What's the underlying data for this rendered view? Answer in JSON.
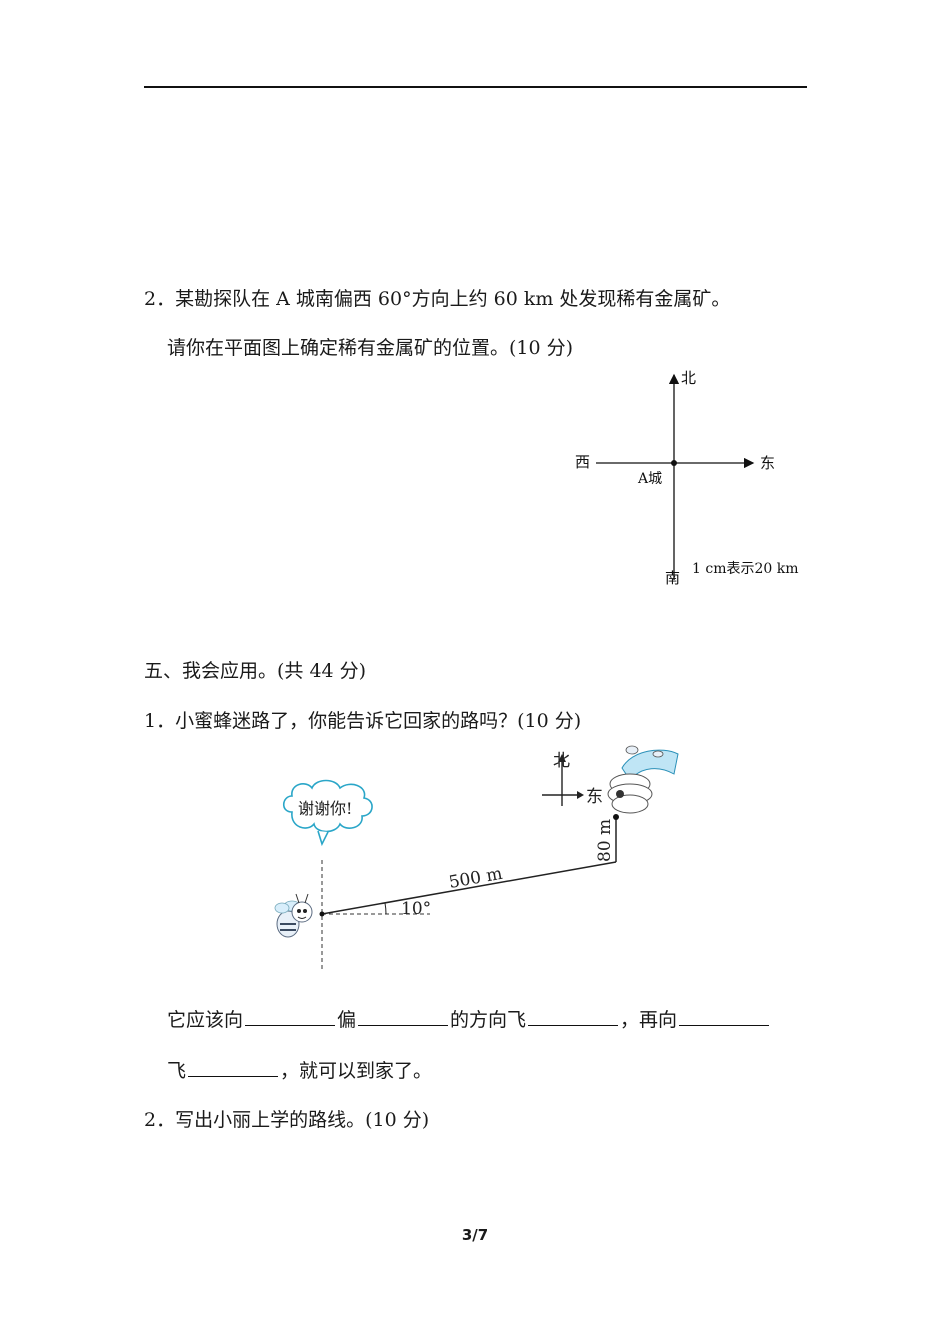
{
  "q2": {
    "line1": "2．某勘探队在 A 城南偏西 60°方向上约 60 km 处发现稀有金属矿。",
    "line2": "请你在平面图上确定稀有金属矿的位置。(10 分)"
  },
  "compass_figure": {
    "north": "北",
    "east": "东",
    "west": "西",
    "south": "南",
    "center_label": "A城",
    "scale": "1 cm表示20 km"
  },
  "section5": {
    "heading": "五、我会应用。(共 44 分)",
    "q1_title": "1．小蜜蜂迷路了，你能告诉它回家的路吗？(10 分)"
  },
  "bee_figure": {
    "speech": "谢谢你!",
    "north": "北",
    "east": "东",
    "distance1": "500 m",
    "angle": "10°",
    "distance2": "80 m"
  },
  "answer": {
    "p1": "它应该向",
    "p2": "偏",
    "p3": "的方向飞",
    "p4": "，再向",
    "p5": "飞",
    "p6": "，就可以到家了。"
  },
  "q2b": {
    "title": "2．写出小丽上学的路线。(10 分)"
  },
  "page_number": "3/7"
}
